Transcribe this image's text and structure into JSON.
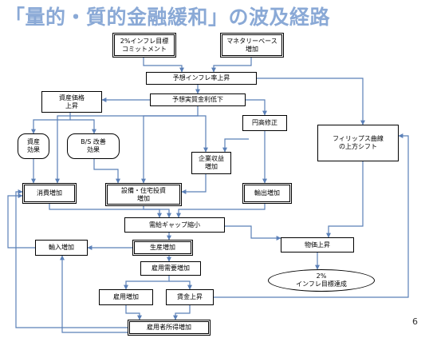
{
  "title": "「量的・質的金融緩和」の波及経路",
  "page_number": "6",
  "nodes": {
    "inflation_target_commitment": "2%インフレ目標\nコミットメント",
    "monetary_base_increase": "マネタリーベース\n増加",
    "expected_inflation_rise": "予想インフレ率上昇",
    "asset_price_rise": "資産価格\n上昇",
    "expected_real_rate_fall": "予想実質金利低下",
    "yen_depreciation": "円高修正",
    "phillips_shift": "フィリップス曲線\nの上方シフト",
    "asset_effect": "資産\n効果",
    "bs_effect": "B/S 改善\n効果",
    "corporate_earnings": "企業収益\n増加",
    "consumption_increase": "消費増加",
    "capex_increase": "設備・住宅投資\n増加",
    "exports_increase": "輸出増加",
    "output_gap_narrowing": "需給ギャップ縮小",
    "imports_increase": "輸入増加",
    "production_increase": "生産増加",
    "price_rise": "物価上昇",
    "inflation_target_achieved": "2%\nインフレ目標達成",
    "labor_demand_increase": "雇用需要増加",
    "employment_increase": "雇用増加",
    "wage_rise": "賃金上昇",
    "employee_income_increase": "雇用者所得増加"
  },
  "colors": {
    "title": "#8aa9d6",
    "line": "#5b80b8"
  }
}
